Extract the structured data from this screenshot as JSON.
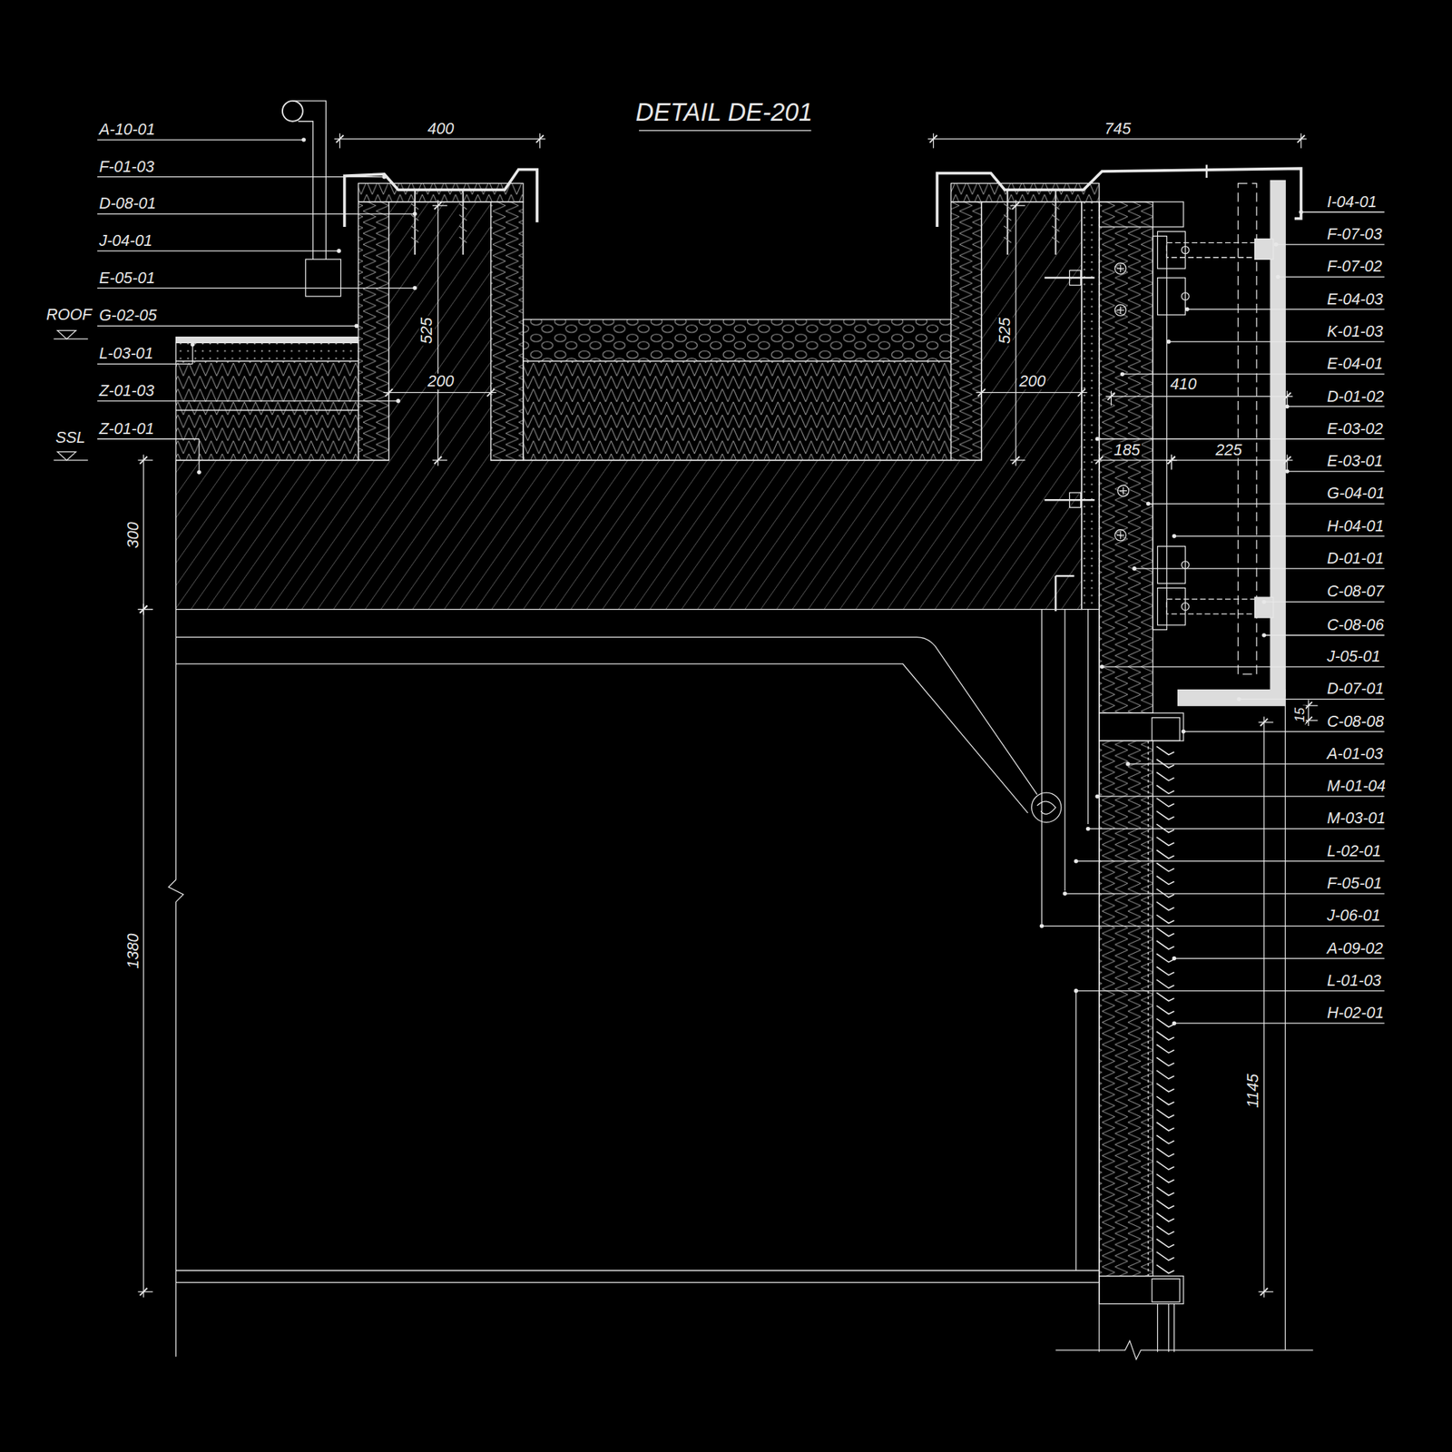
{
  "diagram": {
    "title": "DETAIL DE-201",
    "labels": [
      "A-10-01",
      "F-01-03",
      "D-08-01",
      "J-04-01",
      "E-05-01",
      "G-02-05",
      "L-03-01",
      "Z-01-03",
      "Z-01-01",
      "ROOF",
      "SSL",
      "I-04-01",
      "F-07-03",
      "F-07-02",
      "E-04-03",
      "K-01-03",
      "E-04-01",
      "D-01-02",
      "E-03-02",
      "E-03-01",
      "G-04-01",
      "H-04-01",
      "D-01-01",
      "C-08-07",
      "C-08-06",
      "J-05-01",
      "D-07-01",
      "C-08-08",
      "A-01-03",
      "M-01-04",
      "M-03-01",
      "L-02-01",
      "F-05-01",
      "J-06-01",
      "A-09-02",
      "L-01-03",
      "H-02-01",
      "400",
      "745",
      "525",
      "525",
      "200",
      "200",
      "410",
      "185",
      "225",
      "300",
      "1380",
      "1145",
      "15"
    ]
  }
}
